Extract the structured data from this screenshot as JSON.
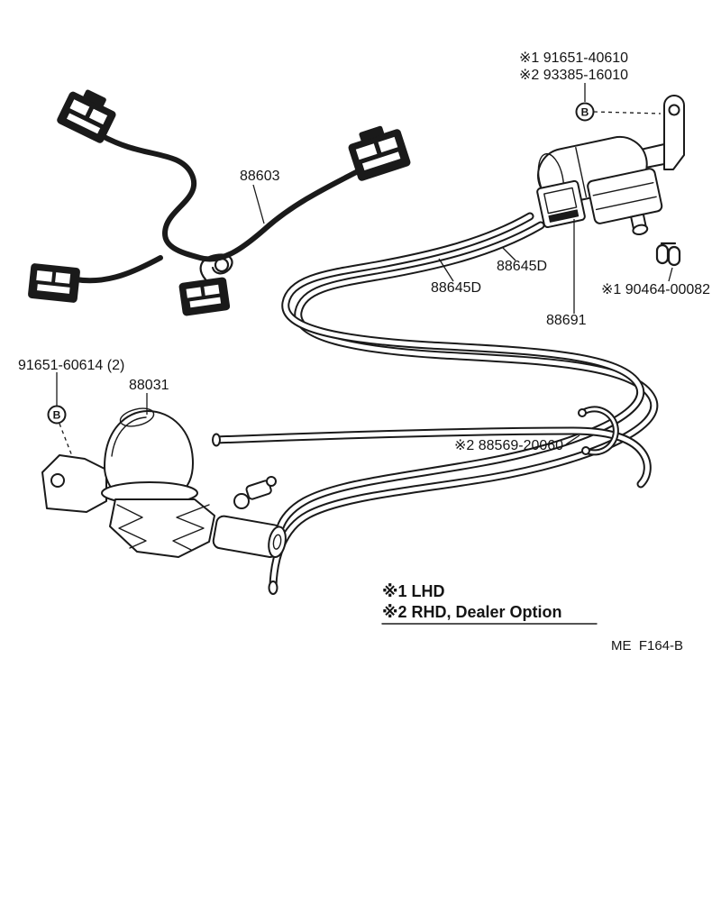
{
  "diagram": {
    "labels": {
      "note1_part": "※1 91651-40610",
      "note2_part": "※2 93385-16010",
      "harness": "88603",
      "hose_upper": "88645D",
      "hose_lower": "88645D",
      "clamp": "※1 90464-00082",
      "valve_assembly": "88691",
      "screw": "91651-60614 (2)",
      "actuator": "88031",
      "clip": "※2 88569-20060",
      "fastener_marker": "B"
    },
    "legend": {
      "line1": "※1 LHD",
      "line2": "※2 RHD, Dealer Option"
    },
    "figure_code": "ME  F164-B"
  }
}
